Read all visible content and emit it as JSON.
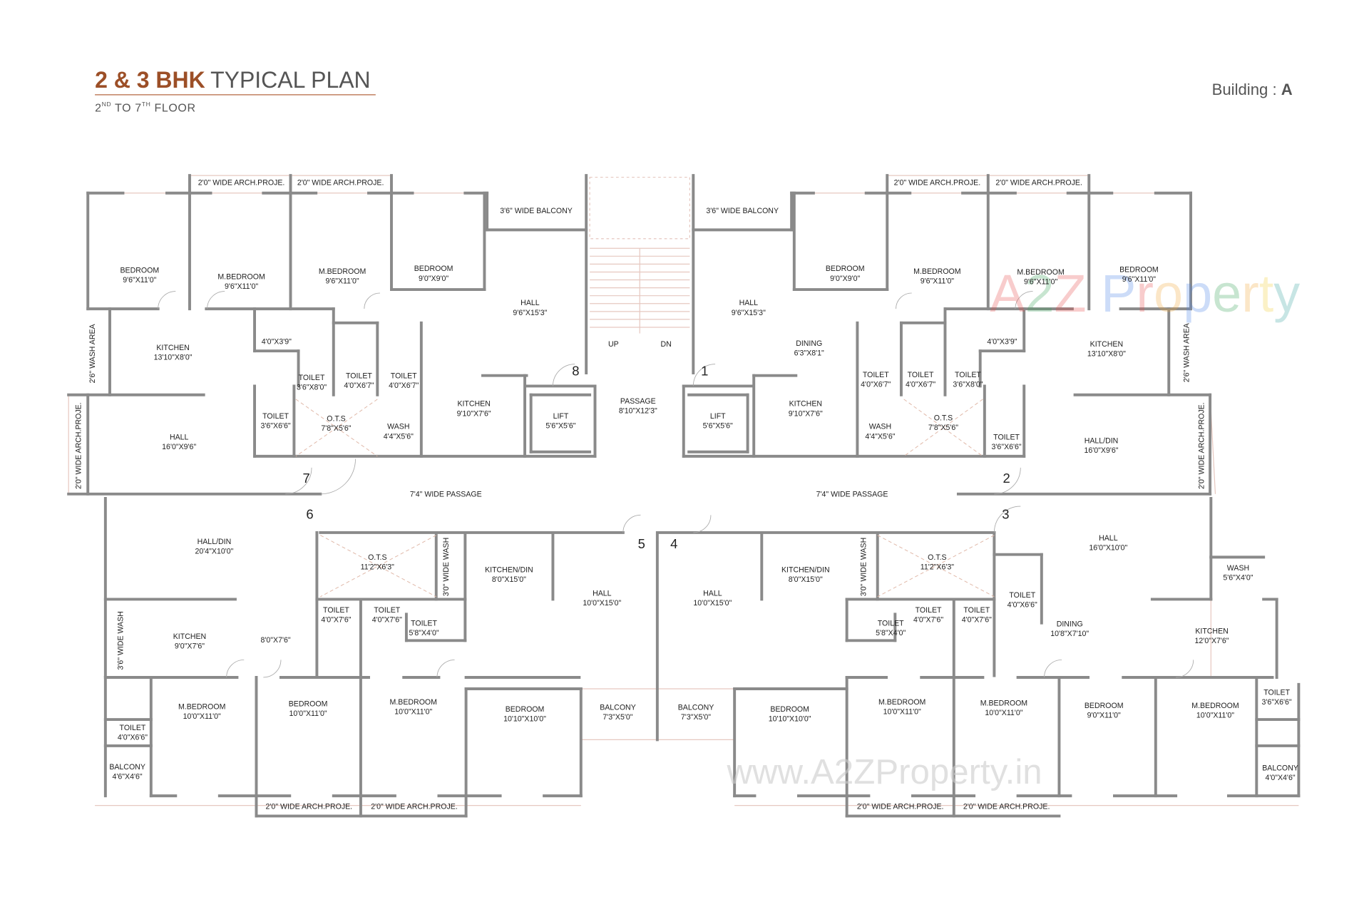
{
  "header": {
    "title_accent": "2 & 3 BHK",
    "title_rest": "TYPICAL PLAN",
    "subtitle_parts": [
      "2",
      "ND",
      " TO 7",
      "TH",
      " FLOOR"
    ],
    "building_label": "Building : ",
    "building_value": "A",
    "accent_color": "#9c4f27"
  },
  "watermarks": {
    "logo_text": [
      "A",
      "2",
      "Z",
      " ",
      "P",
      "r",
      "o",
      "p",
      "e",
      "r",
      "t",
      "y"
    ],
    "logo_colors": [
      "#e84a4a",
      "#3aa55a",
      "#e84a4a",
      "#ffffff",
      "#4a86e8",
      "#e84a4a",
      "#f2a83a",
      "#4a86e8",
      "#3aa55a",
      "#f2a83a",
      "#f2d03a",
      "#3aa5a0"
    ],
    "url_text": "www.A2ZProperty.in"
  },
  "rooms": [
    {
      "name": "BEDROOM",
      "dim": "9'6\"X11'0\""
    },
    {
      "name": "M.BEDROOM",
      "dim": "9'6\"X11'0\""
    },
    {
      "name": "M.BEDROOM",
      "dim": "9'6\"X11'0\""
    },
    {
      "name": "BEDROOM",
      "dim": "9'0\"X9'0\""
    },
    {
      "name": "HALL",
      "dim": "9'6\"X15'3\""
    },
    {
      "name": "KITCHEN",
      "dim": "13'10\"X8'0\""
    },
    {
      "name": "TOILET",
      "dim": "3'6\"X8'0\""
    },
    {
      "name": "TOILET",
      "dim": "4'0\"X6'7\""
    },
    {
      "name": "TOILET",
      "dim": "4'0\"X6'7\""
    },
    {
      "name": "TOILET",
      "dim": "3'6\"X6'6\""
    },
    {
      "name": "O.T.S",
      "dim": "7'8\"X5'6\""
    },
    {
      "name": "WASH",
      "dim": "4'4\"X5'6\""
    },
    {
      "name": "KITCHEN",
      "dim": "9'10\"X7'6\""
    },
    {
      "name": "LIFT",
      "dim": "5'6\"X5'6\""
    },
    {
      "name": "PASSAGE",
      "dim": "8'10\"X12'3\""
    },
    {
      "name": "HALL",
      "dim": "16'0\"X9'6\""
    },
    {
      "name": "BEDROOM",
      "dim": "9'0\"X9'0\""
    },
    {
      "name": "M.BEDROOM",
      "dim": "9'6\"X11'0\""
    },
    {
      "name": "M.BEDROOM",
      "dim": "9'6\"X11'0\""
    },
    {
      "name": "BEDROOM",
      "dim": "9'6\"X11'0\""
    },
    {
      "name": "HALL",
      "dim": "9'6\"X15'3\""
    },
    {
      "name": "DINING",
      "dim": "6'3\"X8'1\""
    },
    {
      "name": "TOILET",
      "dim": "4'0\"X6'7\""
    },
    {
      "name": "TOILET",
      "dim": "4'0\"X6'7\""
    },
    {
      "name": "TOILET",
      "dim": "3'6\"X8'0\""
    },
    {
      "name": "KITCHEN",
      "dim": "13'10\"X8'0\""
    },
    {
      "name": "KITCHEN",
      "dim": "9'10\"X7'6\""
    },
    {
      "name": "WASH",
      "dim": "4'4\"X5'6\""
    },
    {
      "name": "O.T.S",
      "dim": "7'8\"X5'6\""
    },
    {
      "name": "TOILET",
      "dim": "3'6\"X6'6\""
    },
    {
      "name": "HALL/DIN",
      "dim": "16'0\"X9'6\""
    },
    {
      "name": "LIFT",
      "dim": "5'6\"X5'6\""
    },
    {
      "name": "HALL/DIN",
      "dim": "20'4\"X10'0\""
    },
    {
      "name": "O.T.S",
      "dim": "11'2\"X6'3\""
    },
    {
      "name": "KITCHEN/DIN",
      "dim": "8'0\"X15'0\""
    },
    {
      "name": "HALL",
      "dim": "10'0\"X15'0\""
    },
    {
      "name": "KITCHEN",
      "dim": "9'0\"X7'6\""
    },
    {
      "name": "TOILET",
      "dim": "4'0\"X7'6\""
    },
    {
      "name": "TOILET",
      "dim": "4'0\"X7'6\""
    },
    {
      "name": "TOILET",
      "dim": "5'8\"X4'0\""
    },
    {
      "name": "M.BEDROOM",
      "dim": "10'0\"X11'0\""
    },
    {
      "name": "BEDROOM",
      "dim": "10'0\"X11'0\""
    },
    {
      "name": "M.BEDROOM",
      "dim": "10'0\"X11'0\""
    },
    {
      "name": "BEDROOM",
      "dim": "10'10\"X10'0\""
    },
    {
      "name": "BALCONY",
      "dim": "7'3\"X5'0\""
    },
    {
      "name": "TOILET",
      "dim": "4'0\"X6'6\""
    },
    {
      "name": "BALCONY",
      "dim": "4'6\"X4'6\""
    },
    {
      "name": "BALCONY",
      "dim": "7'3\"X5'0\""
    },
    {
      "name": "HALL",
      "dim": "10'0\"X15'0\""
    },
    {
      "name": "KITCHEN/DIN",
      "dim": "8'0\"X15'0\""
    },
    {
      "name": "O.T.S",
      "dim": "11'2\"X6'3\""
    },
    {
      "name": "HALL",
      "dim": "16'0\"X10'0\""
    },
    {
      "name": "WASH",
      "dim": "5'6\"X4'0\""
    },
    {
      "name": "TOILET",
      "dim": "4'0\"X6'6\""
    },
    {
      "name": "TOILET",
      "dim": "5'8\"X4'0\""
    },
    {
      "name": "TOILET",
      "dim": "4'0\"X7'6\""
    },
    {
      "name": "TOILET",
      "dim": "4'0\"X7'6\""
    },
    {
      "name": "DINING",
      "dim": "10'8\"X7'10\""
    },
    {
      "name": "KITCHEN",
      "dim": "12'0\"X7'6\""
    },
    {
      "name": "BEDROOM",
      "dim": "10'10\"X10'0\""
    },
    {
      "name": "M.BEDROOM",
      "dim": "10'0\"X11'0\""
    },
    {
      "name": "M.BEDROOM",
      "dim": "10'0\"X11'0\""
    },
    {
      "name": "BEDROOM",
      "dim": "9'0\"X11'0\""
    },
    {
      "name": "M.BEDROOM",
      "dim": "10'0\"X11'0\""
    },
    {
      "name": "TOILET",
      "dim": "3'6\"X6'6\""
    },
    {
      "name": "BALCONY",
      "dim": "4'0\"X4'6\""
    }
  ],
  "single_labels": [
    "2'0\" WIDE ARCH.PROJE.",
    "2'0\" WIDE ARCH.PROJE.",
    "3'6\" WIDE BALCONY",
    "4'0\"X3'9\"",
    "UP",
    "DN",
    "7'4\" WIDE PASSAGE",
    "2'0\" WIDE ARCH.PROJE.",
    "2'0\" WIDE ARCH.PROJE.",
    "3'6\" WIDE BALCONY",
    "4'0\"X3'9\"",
    "7'4\" WIDE PASSAGE",
    "8'0\"X7'6\"",
    "2'0\" WIDE ARCH.PROJE.",
    "2'0\" WIDE ARCH.PROJE.",
    "2'0\" WIDE ARCH.PROJE.",
    "2'0\" WIDE ARCH.PROJE."
  ],
  "vertical_labels": [
    "2'6\" WASH AREA",
    "2'0\" WIDE ARCH.PROJE.",
    "2'6\" WASH AREA",
    "2'0\" WIDE ARCH.PROJE.",
    "3'0\" WIDE WASH",
    "3'6\" WIDE WASH",
    "3'0\" WIDE WASH"
  ],
  "flat_numbers": [
    "8",
    "1",
    "7",
    "6",
    "2",
    "3",
    "5",
    "4"
  ]
}
